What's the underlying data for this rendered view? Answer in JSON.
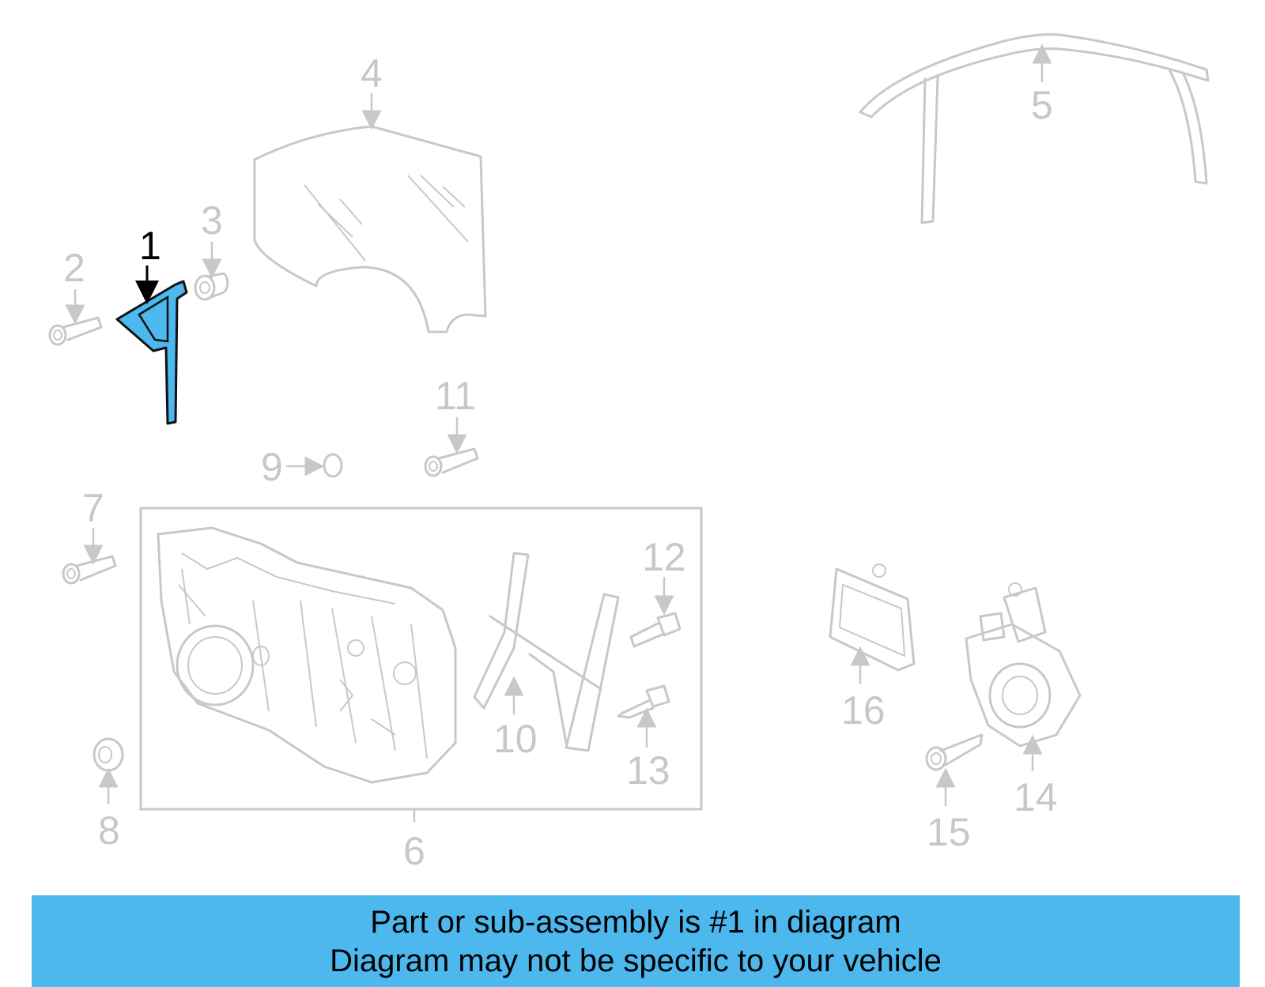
{
  "diagram": {
    "highlight_color": "#4cb8ee",
    "label_color": "#c8c8c8",
    "active_label_color": "#000000",
    "callouts": [
      {
        "id": "1",
        "text": "1",
        "highlighted": true
      },
      {
        "id": "2",
        "text": "2"
      },
      {
        "id": "3",
        "text": "3"
      },
      {
        "id": "4",
        "text": "4"
      },
      {
        "id": "5",
        "text": "5"
      },
      {
        "id": "6",
        "text": "6"
      },
      {
        "id": "7",
        "text": "7"
      },
      {
        "id": "8",
        "text": "8"
      },
      {
        "id": "9",
        "text": "9"
      },
      {
        "id": "10",
        "text": "10"
      },
      {
        "id": "11",
        "text": "11"
      },
      {
        "id": "12",
        "text": "12"
      },
      {
        "id": "13",
        "text": "13"
      },
      {
        "id": "14",
        "text": "14"
      },
      {
        "id": "15",
        "text": "15"
      },
      {
        "id": "16",
        "text": "16"
      }
    ]
  },
  "banner": {
    "line1": "Part or sub-assembly is #1 in diagram",
    "line2": "Diagram may not be specific to your vehicle",
    "background": "#4cb8ee"
  }
}
